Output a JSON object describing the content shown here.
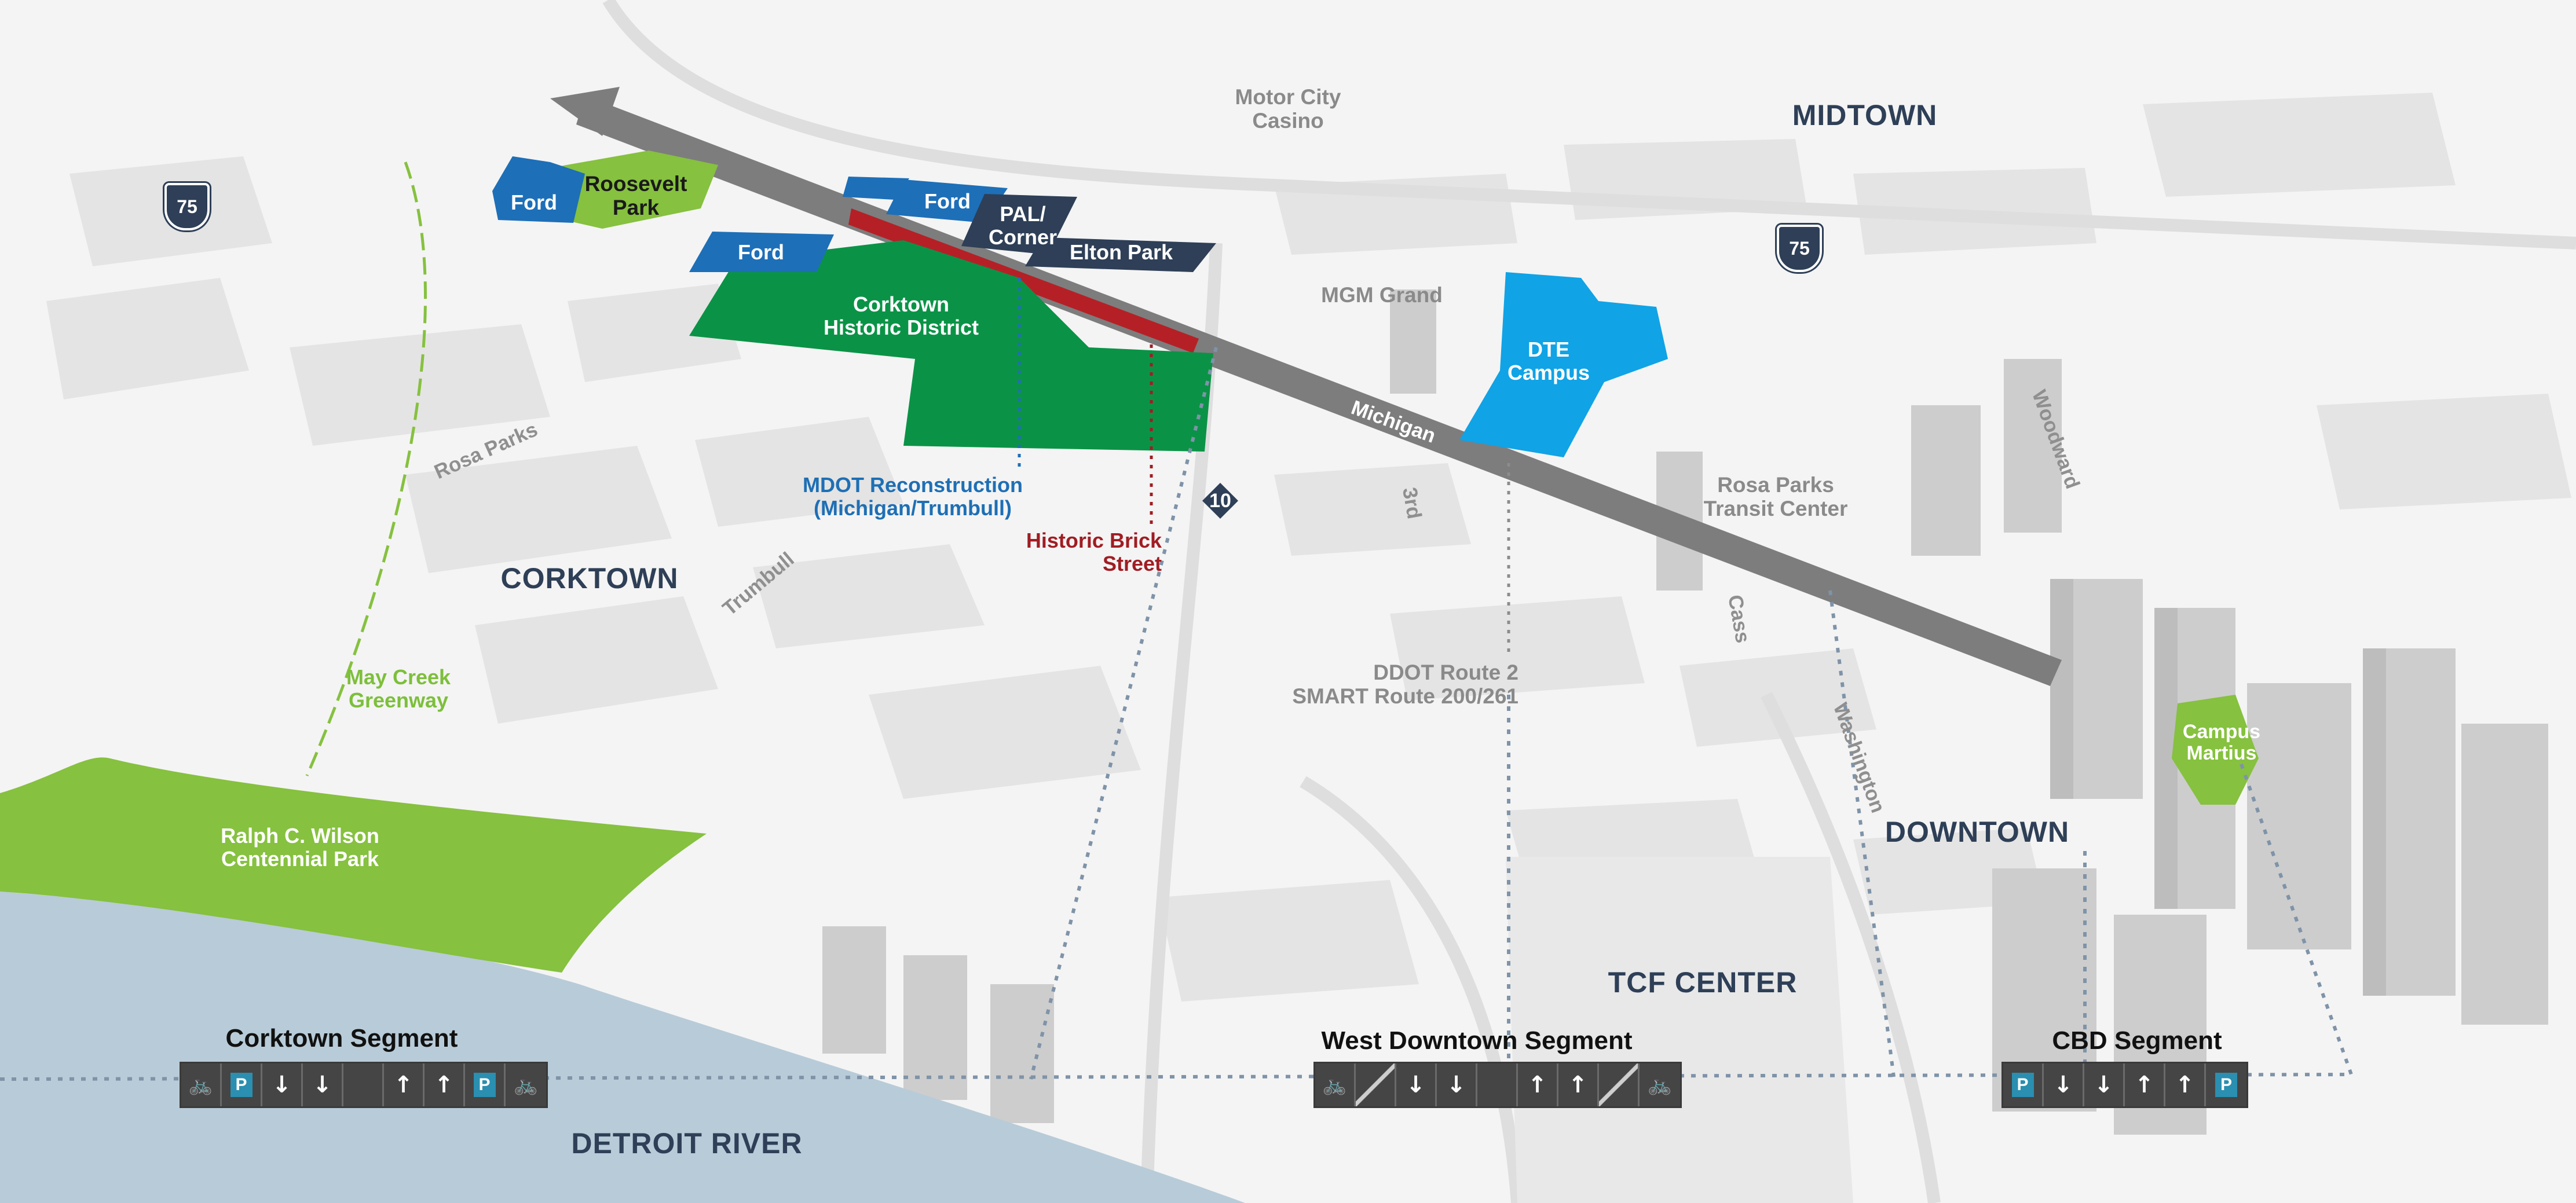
{
  "districts": {
    "midtown": "MIDTOWN",
    "corktown": "CORKTOWN",
    "downtown": "DOWNTOWN",
    "tcf_center": "TCF CENTER"
  },
  "water": {
    "river": "DETROIT RIVER"
  },
  "landmarks": {
    "motor_city_casino": [
      "Motor City",
      "Casino"
    ],
    "mgm_grand": "MGM Grand",
    "rosa_parks_transit": [
      "Rosa Parks",
      "Transit Center"
    ]
  },
  "parcels": {
    "ford_1": "Ford",
    "ford_2": "Ford",
    "ford_3": "Ford",
    "roosevelt_park": [
      "Roosevelt",
      "Park"
    ],
    "pal_corner": [
      "PAL/",
      "Corner"
    ],
    "elton_park": "Elton Park",
    "corktown_historic": [
      "Corktown",
      "Historic District"
    ],
    "dte_campus": [
      "DTE",
      "Campus"
    ],
    "campus_martius": [
      "Campus",
      "Martius"
    ],
    "ralph_wilson_park": [
      "Ralph C. Wilson",
      "Centennial Park"
    ]
  },
  "callouts": {
    "mdot": [
      "MDOT Reconstruction",
      "(Michigan/Trumbull)"
    ],
    "historic_brick": [
      "Historic Brick",
      "Street"
    ],
    "ddot_route": [
      "DDOT Route 2",
      "SMART Route 200/261"
    ],
    "may_creek": [
      "May Creek",
      "Greenway"
    ]
  },
  "streets": {
    "rosa_parks": "Rosa Parks",
    "trumbull": "Trumbull",
    "michigan": "Michigan",
    "third": "3rd",
    "cass": "Cass",
    "washington": "Washington",
    "woodward": "Woodward"
  },
  "shields": {
    "i75_west": "75",
    "i75_east": "75",
    "m10": "10"
  },
  "segments": {
    "corktown": {
      "title": "Corktown Segment",
      "cells": [
        "bike",
        "parking",
        "down",
        "down",
        "blank",
        "up",
        "up",
        "parking",
        "bike"
      ]
    },
    "west_downtown": {
      "title": "West Downtown Segment",
      "cells": [
        "bike",
        "buffer",
        "down",
        "down",
        "blank",
        "up",
        "up",
        "buffer",
        "bike"
      ]
    },
    "cbd": {
      "title": "CBD Segment",
      "cells": [
        "parking",
        "down",
        "down",
        "up",
        "up",
        "parking"
      ]
    }
  },
  "glyphs": {
    "bike": "🚲",
    "parking": "P",
    "down": "↓",
    "up": "↑",
    "blank": "",
    "buffer": ""
  },
  "colors": {
    "land": "#f4f4f4",
    "block": "#e3e3e3",
    "building": "#cfcfcf",
    "water": "#b9ccd9",
    "park_green": "#86c13f",
    "historic_green": "#0a9346",
    "ford_blue": "#1d6fb8",
    "navy": "#2e3f57",
    "dte_blue": "#10a3e6",
    "corridor": "#7d7d7d",
    "brick_red": "#b52026"
  }
}
